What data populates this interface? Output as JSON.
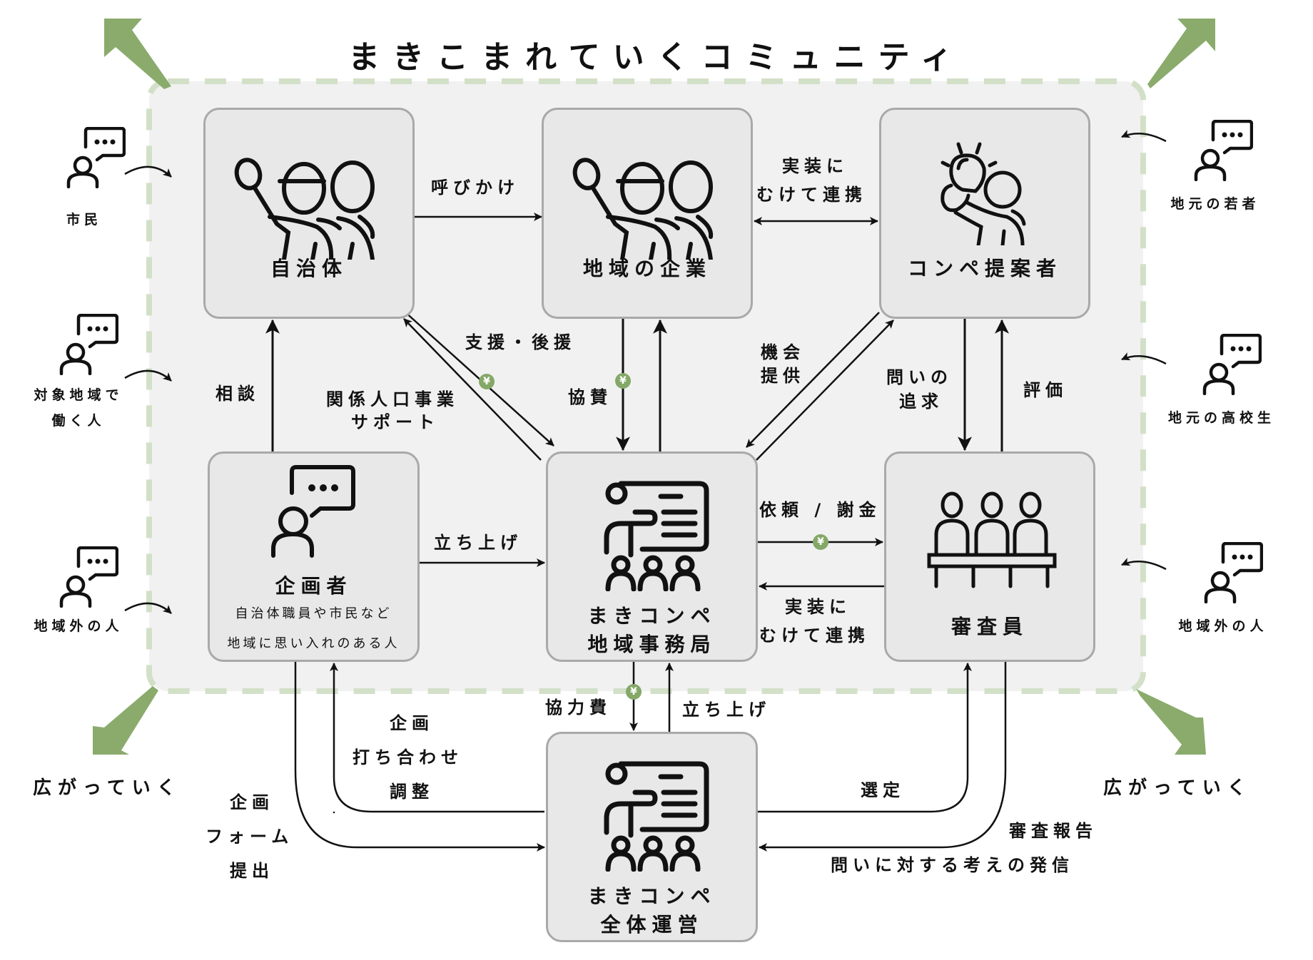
{
  "title": "まきこまれていくコミュニティ",
  "colors": {
    "accent_green": "#8aab6c",
    "dash_green": "#d3e0c8",
    "region_bg": "#f1f1f1",
    "box_bg": "#e8e8e8",
    "box_border": "#a9a9a9",
    "yen_badge": "#84a867"
  },
  "spread_label": "広がっていく",
  "nodes": {
    "municipality": {
      "label": "自治体",
      "icon": "people-cheering-icon"
    },
    "local_company": {
      "label": "地域の企業",
      "icon": "people-cheering-icon"
    },
    "proposer": {
      "label": "コンペ提案者",
      "icon": "idea-person-icon"
    },
    "planner": {
      "label": "企画者",
      "sub1": "自治体職員や市民など",
      "sub2": "地域に思い入れのある人",
      "icon": "person-speech-icon"
    },
    "local_office": {
      "line1": "まきコンペ",
      "line2": "地域事務局",
      "icon": "presentation-audience-icon"
    },
    "judges": {
      "label": "審査員",
      "icon": "judges-panel-icon"
    },
    "overall_ops": {
      "line1": "まきコンペ",
      "line2": "全体運営",
      "icon": "presentation-audience-icon"
    }
  },
  "edges": {
    "call": "呼びかけ",
    "collab_top": [
      "実装に",
      "むけて連携"
    ],
    "support": "支援・後援",
    "relation_support": [
      "関係人口事業",
      "サポート"
    ],
    "sponsor": "協賛",
    "opportunity": [
      "機会",
      "提供"
    ],
    "question": [
      "問いの",
      "追求"
    ],
    "evaluation": "評価",
    "consult": "相談",
    "launch_mid": "立ち上げ",
    "request_fee": "依頼 / 謝金",
    "collab_mid": [
      "実装に",
      "むけて連携"
    ],
    "coop_fee": "協力費",
    "launch_bottom": "立ち上げ",
    "planning_meeting": [
      "企画",
      "打ち合わせ",
      "調整"
    ],
    "form_submit": [
      "企画",
      "フォーム",
      "提出"
    ],
    "selection": "選定",
    "review_report": "審査報告",
    "question_message": "問いに対する考えの発信",
    "yen_symbol": "¥"
  },
  "outside_people": {
    "left": [
      {
        "label": [
          "市民"
        ]
      },
      {
        "label": [
          "対象地域で",
          "働く人"
        ]
      },
      {
        "label": [
          "地域外の人"
        ]
      }
    ],
    "right": [
      {
        "label": [
          "地元の若者"
        ]
      },
      {
        "label": [
          "地元の高校生"
        ]
      },
      {
        "label": [
          "地域外の人"
        ]
      }
    ]
  }
}
